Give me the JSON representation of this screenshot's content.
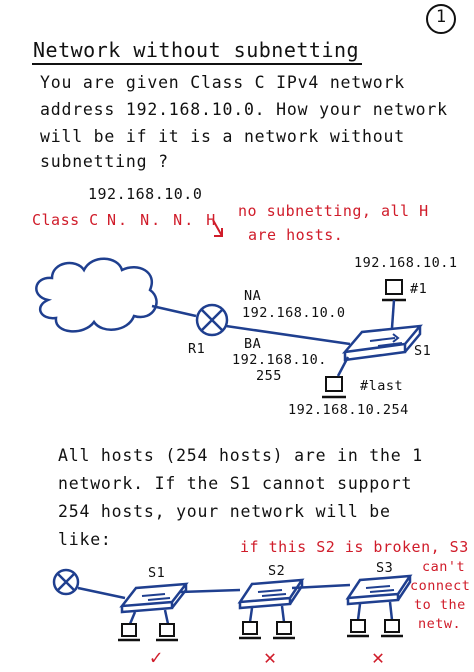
{
  "page_number": "1",
  "title": "Network without subnetting",
  "intro_lines": [
    "You are given Class C IPv4 network",
    "address 192.168.10.0. How your network",
    "will be if it is a network without",
    "subnetting ?"
  ],
  "address_label": "192.168.10.0",
  "class_label": "Class C",
  "class_pattern": "N. N. N. H",
  "note_lines": [
    "no subnetting, all H",
    "are hosts."
  ],
  "diagram1": {
    "na_label": "NA",
    "na_address": "192.168.10.0",
    "router_label": "R1",
    "ba_label": "BA",
    "ba_address_lines": [
      "192.168.10.",
      "255"
    ],
    "switch_label": "S1",
    "host_first_label": "#1",
    "host_first_address": "192.168.10.1",
    "host_last_label": "#last",
    "host_last_address": "192.168.10.254"
  },
  "conclusion_lines": [
    "All hosts (254 hosts) are in the 1",
    "network. If the S1 cannot support",
    "254 hosts, your network will be",
    "like:"
  ],
  "diagram2": {
    "note": "if this S2 is broken, S3",
    "side_note_lines": [
      "can't",
      "connect",
      "to the",
      "netw."
    ],
    "switch_labels": [
      "S1",
      "S2",
      "S3"
    ],
    "marks": [
      "✓",
      "✕",
      "✕"
    ]
  },
  "colors": {
    "ink": "#1a1a1a",
    "blue": "#1f3f8f",
    "red": "#d01c2a"
  }
}
